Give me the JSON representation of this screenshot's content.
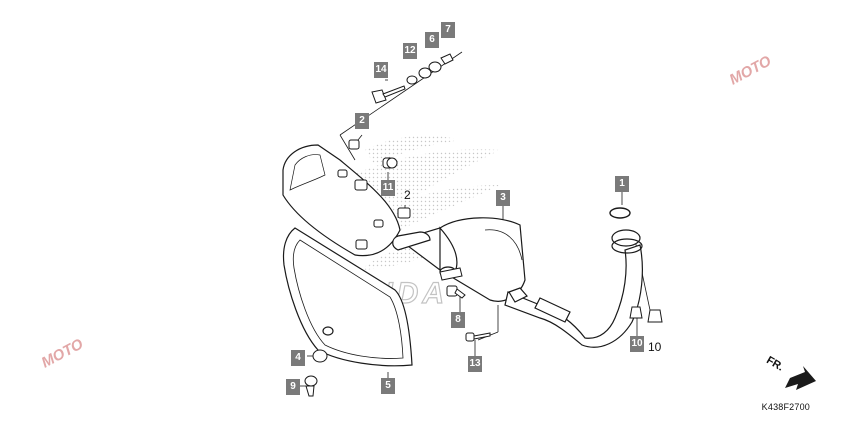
{
  "diagram": {
    "part_refs": {
      "r1": "1",
      "r2": "2",
      "r3": "3",
      "r4": "4",
      "r5": "5",
      "r6": "6",
      "r7": "7",
      "r8": "8",
      "r9": "9",
      "r10": "10",
      "r11": "11",
      "r12": "12",
      "r13": "13",
      "r14": "14"
    },
    "plain_labels": {
      "two": "2",
      "ten": "10"
    },
    "direction": "FR.",
    "diagram_code": "K438F2700",
    "watermark": "MOTO",
    "background_logo": "HONDA",
    "colors": {
      "ref_box": "#7a7a7a",
      "line": "#1a1a1a",
      "watermark": "#d98a8a"
    }
  }
}
